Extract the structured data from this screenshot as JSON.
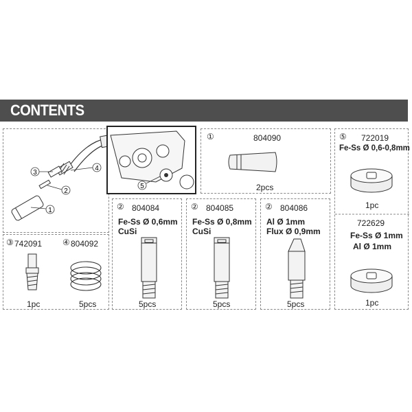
{
  "title": "CONTENTS",
  "callouts": [
    "1",
    "2",
    "3",
    "4",
    "5"
  ],
  "items": {
    "nozzle": {
      "num": "①",
      "code": "804090",
      "qty": "2pcs"
    },
    "tip_06": {
      "num": "②",
      "code": "804084",
      "desc1": "Fe-Ss Ø 0,6mm",
      "desc2": "CuSi",
      "qty": "5pcs"
    },
    "tip_08": {
      "num": "②",
      "code": "804085",
      "desc1": "Fe-Ss Ø 0,8mm",
      "desc2": "CuSi",
      "qty": "5pcs"
    },
    "tip_al": {
      "num": "②",
      "code": "804086",
      "desc1": "Al Ø 1mm",
      "desc2": "Flux Ø 0,9mm",
      "qty": "5pcs"
    },
    "holder": {
      "num": "③",
      "code": "742091",
      "qty": "1pc"
    },
    "spring": {
      "num": "④",
      "code": "804092",
      "qty": "5pcs"
    },
    "roller1": {
      "num": "⑤",
      "code": "722019",
      "desc1": "Fe-Ss Ø 0,6-0,8mm",
      "qty": "1pc"
    },
    "roller2": {
      "code": "722629",
      "desc1": "Fe-Ss Ø 1mm",
      "desc2": "Al Ø 1mm",
      "qty": "1pc"
    }
  }
}
